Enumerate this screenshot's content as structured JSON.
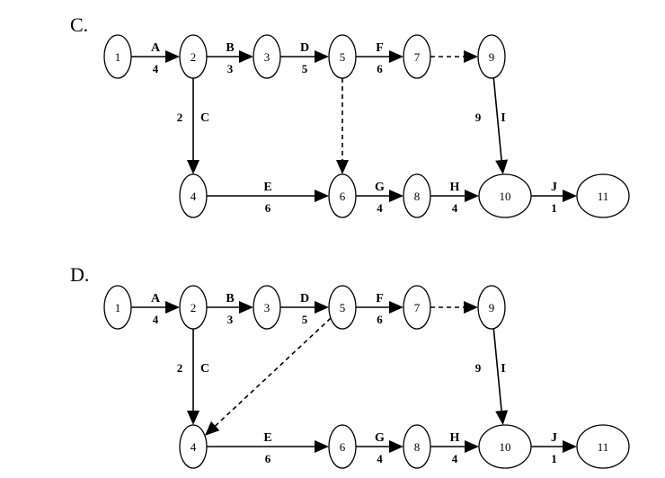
{
  "panels": [
    {
      "label": "C.",
      "nodes": [
        {
          "id": "1",
          "label": "1"
        },
        {
          "id": "2",
          "label": "2"
        },
        {
          "id": "3",
          "label": "3"
        },
        {
          "id": "5",
          "label": "5"
        },
        {
          "id": "7",
          "label": "7"
        },
        {
          "id": "9",
          "label": "9"
        },
        {
          "id": "4",
          "label": "4"
        },
        {
          "id": "6",
          "label": "6"
        },
        {
          "id": "8",
          "label": "8"
        },
        {
          "id": "10",
          "label": "10"
        },
        {
          "id": "11",
          "label": "11"
        }
      ],
      "edges": [
        {
          "from": "1",
          "to": "2",
          "activity": "A",
          "duration": "4",
          "style": "solid"
        },
        {
          "from": "2",
          "to": "3",
          "activity": "B",
          "duration": "3",
          "style": "solid"
        },
        {
          "from": "3",
          "to": "5",
          "activity": "D",
          "duration": "5",
          "style": "solid"
        },
        {
          "from": "5",
          "to": "7",
          "activity": "F",
          "duration": "6",
          "style": "solid"
        },
        {
          "from": "7",
          "to": "9",
          "activity": "",
          "duration": "",
          "style": "dashed"
        },
        {
          "from": "2",
          "to": "4",
          "activity": "C",
          "duration": "2",
          "style": "solid"
        },
        {
          "from": "5",
          "to": "6",
          "activity": "",
          "duration": "",
          "style": "dashed"
        },
        {
          "from": "9",
          "to": "10",
          "activity": "I",
          "duration": "9",
          "style": "solid"
        },
        {
          "from": "4",
          "to": "6",
          "activity": "E",
          "duration": "6",
          "style": "solid"
        },
        {
          "from": "6",
          "to": "8",
          "activity": "G",
          "duration": "4",
          "style": "solid"
        },
        {
          "from": "8",
          "to": "10",
          "activity": "H",
          "duration": "4",
          "style": "solid"
        },
        {
          "from": "10",
          "to": "11",
          "activity": "J",
          "duration": "1",
          "style": "solid"
        }
      ]
    },
    {
      "label": "D.",
      "nodes": [
        {
          "id": "1",
          "label": "1"
        },
        {
          "id": "2",
          "label": "2"
        },
        {
          "id": "3",
          "label": "3"
        },
        {
          "id": "5",
          "label": "5"
        },
        {
          "id": "7",
          "label": "7"
        },
        {
          "id": "9",
          "label": "9"
        },
        {
          "id": "4",
          "label": "4"
        },
        {
          "id": "6",
          "label": "6"
        },
        {
          "id": "8",
          "label": "8"
        },
        {
          "id": "10",
          "label": "10"
        },
        {
          "id": "11",
          "label": "11"
        }
      ],
      "edges": [
        {
          "from": "1",
          "to": "2",
          "activity": "A",
          "duration": "4",
          "style": "solid"
        },
        {
          "from": "2",
          "to": "3",
          "activity": "B",
          "duration": "3",
          "style": "solid"
        },
        {
          "from": "3",
          "to": "5",
          "activity": "D",
          "duration": "5",
          "style": "solid"
        },
        {
          "from": "5",
          "to": "7",
          "activity": "F",
          "duration": "6",
          "style": "solid"
        },
        {
          "from": "7",
          "to": "9",
          "activity": "",
          "duration": "",
          "style": "dashed"
        },
        {
          "from": "2",
          "to": "4",
          "activity": "C",
          "duration": "2",
          "style": "solid"
        },
        {
          "from": "5",
          "to": "4",
          "activity": "",
          "duration": "",
          "style": "dashed"
        },
        {
          "from": "9",
          "to": "10",
          "activity": "I",
          "duration": "9",
          "style": "solid"
        },
        {
          "from": "4",
          "to": "6",
          "activity": "E",
          "duration": "6",
          "style": "solid"
        },
        {
          "from": "6",
          "to": "8",
          "activity": "G",
          "duration": "4",
          "style": "solid"
        },
        {
          "from": "8",
          "to": "10",
          "activity": "H",
          "duration": "4",
          "style": "solid"
        },
        {
          "from": "10",
          "to": "11",
          "activity": "J",
          "duration": "1",
          "style": "solid"
        }
      ]
    }
  ]
}
